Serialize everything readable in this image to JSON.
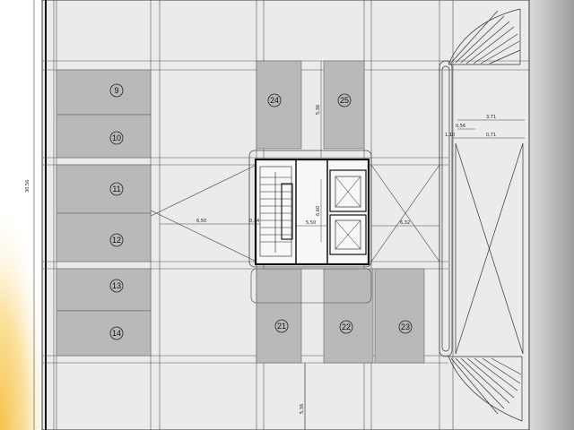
{
  "colors": {
    "paper": "#f4f4f4",
    "slab": "#ebebeb",
    "parking": "#b9b9b9",
    "line": "#3a3a3a",
    "wall": "#111111",
    "accent": "#f6c24a"
  },
  "parking_spaces": [
    "9",
    "10",
    "11",
    "12",
    "13",
    "14",
    "24",
    "25",
    "21",
    "22",
    "23"
  ],
  "dimensions": {
    "overall_height": "30,56",
    "core_width": "5,50",
    "core_height": "6,60",
    "left_bay": "6,50",
    "gap": "0,34",
    "right_bay": "6,32",
    "vertical_top": "5,36",
    "vertical_bottom": "5,36",
    "ramp_width": "3,71",
    "ramp_offset": "0,56",
    "ramp_inner": "1,10",
    "ramp_lane": "0,71"
  },
  "icons": [
    "stair-icon",
    "elevator-icon",
    "spiral-ramp-icon"
  ]
}
